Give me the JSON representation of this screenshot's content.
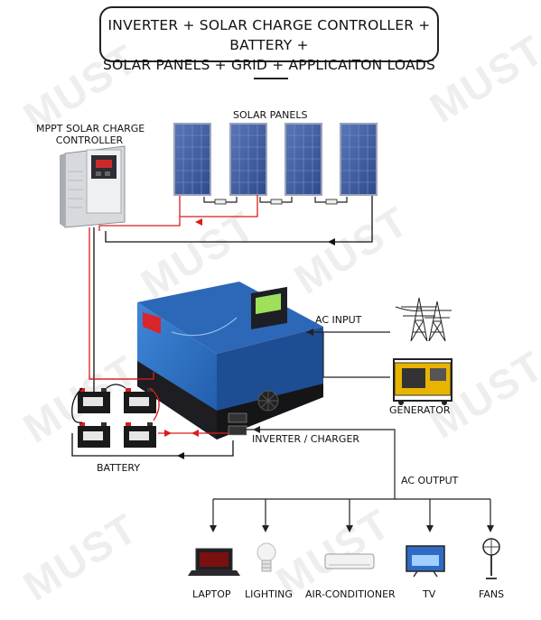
{
  "header": {
    "title_line1": "INVERTER + SOLAR CHARGE CONTROLLER + BATTERY +",
    "title_line2": "SOLAR PANELS + GRID + APPLICAITON LOADS"
  },
  "components": {
    "controller_label_line1": "MPPT SOLAR CHARGE",
    "controller_label_line2": "CONTROLLER",
    "solar_panels_label": "SOLAR PANELS",
    "ac_input_label": "AC INPUT",
    "generator_label": "GENERATOR",
    "inverter_label": "INVERTER / CHARGER",
    "battery_label": "BATTERY",
    "ac_output_label": "AC OUTPUT"
  },
  "loads": [
    {
      "label": "LAPTOP",
      "icon": "laptop-icon"
    },
    {
      "label": "LIGHTING",
      "icon": "light-bulb-icon"
    },
    {
      "label": "AIR-CONDITIONER",
      "icon": "air-conditioner-icon"
    },
    {
      "label": "TV",
      "icon": "tv-icon"
    },
    {
      "label": "FANS",
      "icon": "fan-icon"
    }
  ],
  "watermark": "MUST",
  "colors": {
    "dc_positive": "#d81e1e",
    "dc_negative": "#111111",
    "inverter_blue": "#2f6fc4",
    "panel_blue": "#3d5a9e",
    "generator_yellow": "#e8b400"
  }
}
